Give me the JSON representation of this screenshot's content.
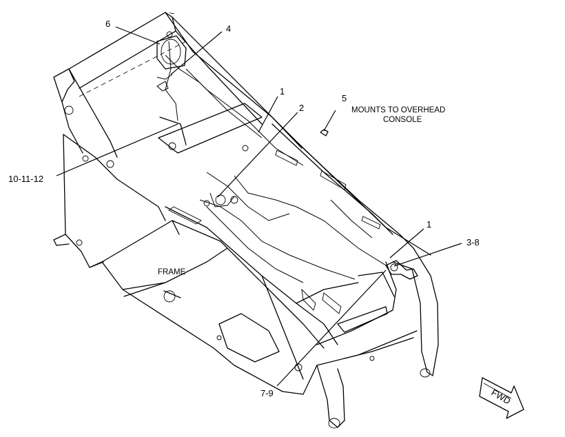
{
  "callouts": {
    "c6": "6",
    "c4": "4",
    "c1_top": "1",
    "c2": "2",
    "c5": "5",
    "c10_11_12": "10-11-12",
    "c1_right": "1",
    "c3_8": "3-8",
    "c7_9": "7-9"
  },
  "notes": {
    "mount_line1": "MOUNTS TO OVERHEAD",
    "mount_line2": "CONSOLE",
    "frame": "FRAME"
  },
  "fwd_arrow": {
    "label": "FWD"
  }
}
